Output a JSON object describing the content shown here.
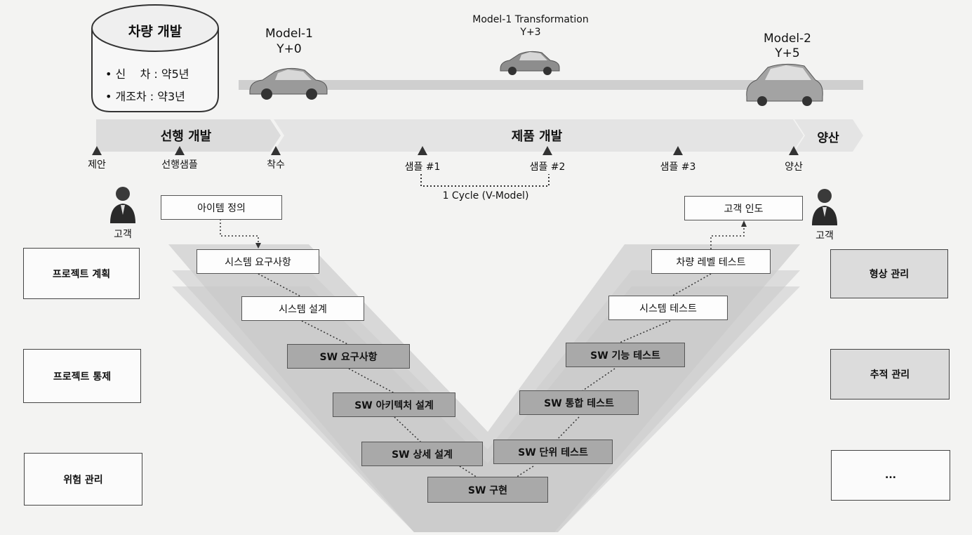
{
  "vehicle_dev": {
    "title": "차량 개발",
    "items": [
      "• 신    차 : 약5년",
      "• 개조차 : 약3년"
    ]
  },
  "models": {
    "m1": {
      "name": "Model-1",
      "year": "Y+0"
    },
    "m1t": {
      "name": "Model-1 Transformation",
      "year": "Y+3"
    },
    "m2": {
      "name": "Model-2",
      "year": "Y+5"
    }
  },
  "phases": {
    "pre": "선행 개발",
    "product": "제품 개발",
    "mass": "양산"
  },
  "milestones": [
    "제안",
    "선행샘플",
    "착수",
    "샘플 #1",
    "샘플 #2",
    "샘플 #3",
    "양산"
  ],
  "cycle_label": "1 Cycle (V-Model)",
  "customer_label": "고객",
  "v_left": [
    "아이템 정의",
    "시스템 요구사항",
    "시스템 설계",
    "SW 요구사항",
    "SW 아키텍처 설계",
    "SW 상세 설계"
  ],
  "v_bottom": "SW 구현",
  "v_right": [
    "고객 인도",
    "차량 레벨 테스트",
    "시스템 테스트",
    "SW 기능 테스트",
    "SW 통합 테스트",
    "SW 단위 테스트"
  ],
  "left_mgmt": [
    "프로젝트 계획",
    "프로젝트 통제",
    "위험 관리"
  ],
  "right_mgmt": [
    "형상 관리",
    "추적 관리",
    "..."
  ],
  "colors": {
    "gray_box": "#a9a9a9",
    "band": "#d6d6d6",
    "v_shadow": "#cfcfcf"
  }
}
